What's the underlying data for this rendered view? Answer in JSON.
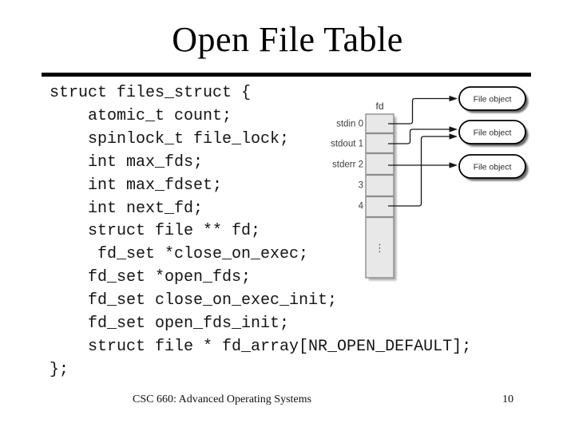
{
  "slide": {
    "title": "Open File Table"
  },
  "code": {
    "lines": [
      "struct files_struct {",
      "    atomic_t count;",
      "    spinlock_t file_lock;",
      "    int max_fds;",
      "    int max_fdset;",
      "    int next_fd;",
      "    struct file ** fd;",
      "     fd_set *close_on_exec;",
      "    fd_set *open_fds;",
      "    fd_set close_on_exec_init;",
      "    fd_set open_fds_init;",
      "    struct file * fd_array[NR_OPEN_DEFAULT];",
      "};"
    ]
  },
  "diagram": {
    "column_header": "fd",
    "row_labels": [
      "stdin 0",
      "stdout 1",
      "stderr 2",
      "3",
      "4"
    ],
    "ellipsis": "⋮",
    "boxes": [
      {
        "label": "File object"
      },
      {
        "label": "File object"
      },
      {
        "label": "File object"
      }
    ],
    "connections": [
      {
        "from": "fd entry stdin 0",
        "to": "file object 1"
      },
      {
        "from": "fd entry stdout 1",
        "to": "file object 2"
      },
      {
        "from": "fd entry stderr 2",
        "to": "file object 3"
      },
      {
        "from": "fd entry 4",
        "to": "file object 2"
      }
    ],
    "colors": {
      "cell_fill": "#e8e8e8",
      "cell_border": "#8c8c8c",
      "column_shadow": "#b5b5b5",
      "box_fill": "#ffffff",
      "box_border": "#000000",
      "box_shadow": "#6b6b6b",
      "arrow": "#161616",
      "label_text": "#3d3d3d"
    }
  },
  "footer": {
    "course": "CSC 660: Advanced Operating Systems",
    "page_number": "10"
  }
}
